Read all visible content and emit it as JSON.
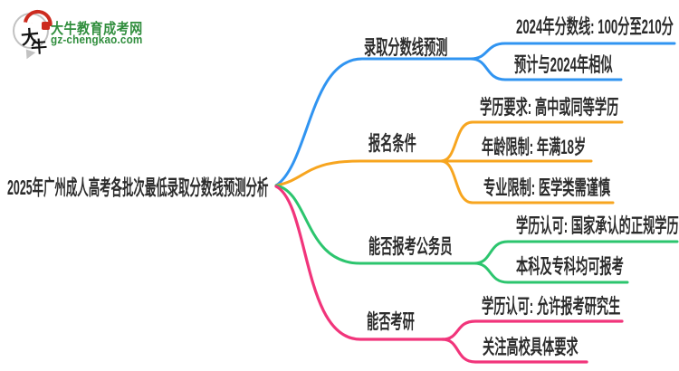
{
  "brand": {
    "name": "大牛教育成考网",
    "domain": "gz-chengkao.com",
    "mark_char1": "大",
    "mark_char2": "牛",
    "green": "#2F8D3C",
    "red": "#CC2B1F"
  },
  "mindmap": {
    "text_color": "#2B2B2B",
    "root": "2025年广州成人高考各批次最低录取分数线预测分析",
    "branches": [
      {
        "label": "录取分数线预测",
        "color": "#3094F1",
        "children": [
          "2024年分数线: 100分至210分",
          "预计与2024年相似"
        ]
      },
      {
        "label": "报名条件",
        "color": "#F7A51F",
        "children": [
          "学历要求: 高中或同等学历",
          "年龄限制: 年满18岁",
          "专业限制: 医学类需谨慎"
        ]
      },
      {
        "label": "能否报考公务员",
        "color": "#2CC56E",
        "children": [
          "学历认可: 国家承认的正规学历",
          "本科及专科均可报考"
        ]
      },
      {
        "label": "能否考研",
        "color": "#F1357B",
        "children": [
          "学历认可: 允许报考研究生",
          "关注高校具体要求"
        ]
      }
    ]
  }
}
